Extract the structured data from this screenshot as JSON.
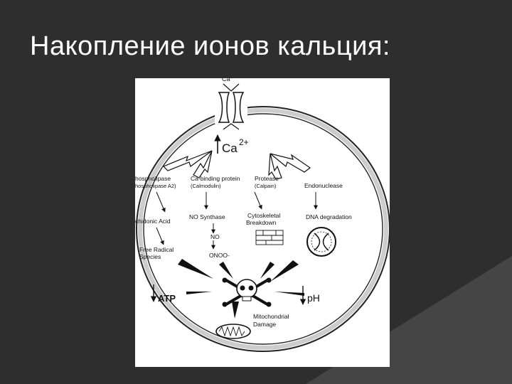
{
  "slide": {
    "title": "Накопление ионов кальция:"
  },
  "diagram": {
    "top_ion": "Ca",
    "ca_main": "Ca",
    "ca_charge": "2+",
    "nodes": {
      "phospholipase_1": "hospholipase",
      "phospholipase_2": "hospholipase A2)",
      "ca_binding_1": "Ca-binding protein",
      "ca_binding_2": "(Calmodulin)",
      "protease_1": "Protease",
      "protease_2": "(Calpain)",
      "endonuclease": "Endonuclease",
      "arachidonic": "chidonic Acid",
      "no_synthase": "NO Synthase",
      "cytoskeletal_1": "Cytoskeletal",
      "cytoskeletal_2": "Breakdown",
      "dna_degradation": "DNA degradation",
      "no": "NO",
      "onoo": "ONOO-",
      "free_radical_1": "Free Radical",
      "free_radical_2": "Species",
      "atp": "ATP",
      "ph": "pH",
      "mito_1": "Mitochondrial",
      "mito_2": "Damage"
    }
  }
}
